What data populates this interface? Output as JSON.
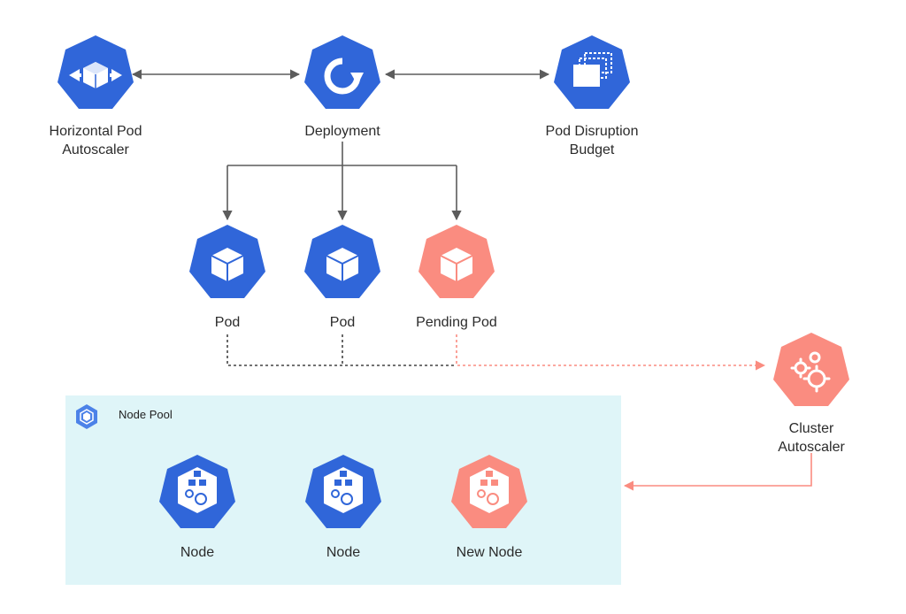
{
  "colors": {
    "blue": "#3066d9",
    "salmon": "#fa8c80",
    "connector": "#5c5c5c",
    "pool_bg": "#dff5f8"
  },
  "nodes": {
    "hpa": {
      "icon": "resize-box-icon",
      "label_line1": "Horizontal Pod",
      "label_line2": "Autoscaler"
    },
    "deployment": {
      "icon": "rotate-icon",
      "label": "Deployment"
    },
    "pdb": {
      "icon": "stacked-pages-icon",
      "label_line1": "Pod Disruption",
      "label_line2": "Budget"
    },
    "pod1": {
      "icon": "cube-icon",
      "label": "Pod"
    },
    "pod2": {
      "icon": "cube-icon",
      "label": "Pod"
    },
    "pending_pod": {
      "icon": "cube-icon",
      "label": "Pending Pod"
    },
    "cluster_autoscaler": {
      "icon": "gears-icon",
      "label_line1": "Cluster",
      "label_line2": "Autoscaler"
    },
    "node1": {
      "icon": "node-icon",
      "label": "Node"
    },
    "node2": {
      "icon": "node-icon",
      "label": "Node"
    },
    "new_node": {
      "icon": "node-icon",
      "label": "New Node"
    }
  },
  "node_pool": {
    "title": "Node Pool",
    "icon": "node-pool-icon"
  }
}
